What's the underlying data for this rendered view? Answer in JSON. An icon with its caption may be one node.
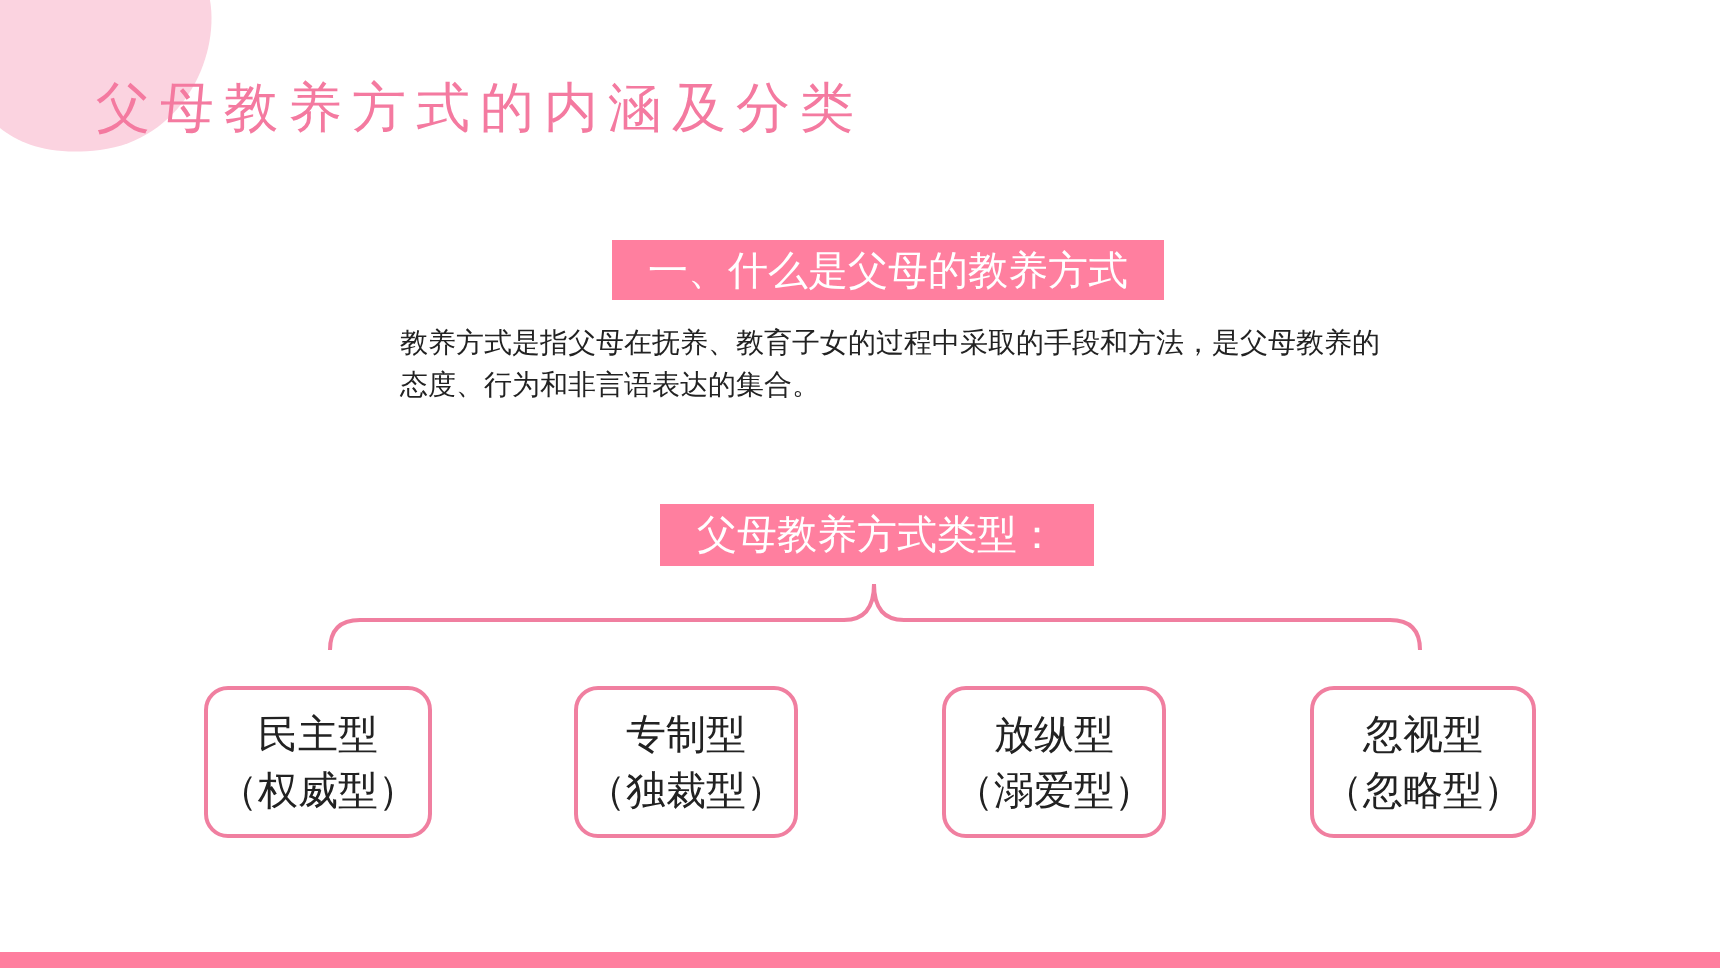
{
  "diagram": {
    "title": "父母教养方式的内涵及分类",
    "nodes": [
      {
        "text": [
          "一、什么是父母的教养方式"
        ]
      },
      {
        "text": [
          "父母教养方式类型："
        ]
      },
      {
        "text": [
          "民主型",
          "（权威型）"
        ]
      },
      {
        "text": [
          "专制型",
          "（独裁型）"
        ]
      },
      {
        "text": [
          "放纵型",
          "（溺爱型）"
        ]
      },
      {
        "text": [
          "忽视型",
          "（忽略型）"
        ]
      }
    ],
    "labels": [
      "教养方式是指父母在抚养、教育子女的过程中采取的手段和方法，是父母教养的态度、行为和非言语表达的集合。"
    ]
  }
}
